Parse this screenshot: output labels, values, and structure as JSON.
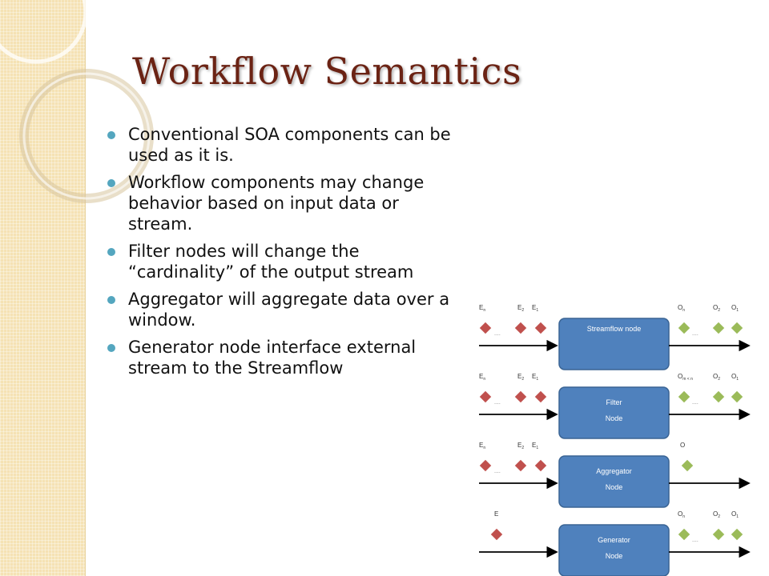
{
  "slide": {
    "title": "Workflow Semantics",
    "bullets": [
      "Conventional SOA components can be used as it is.",
      "Workflow components may change behavior based on input data or stream.",
      "Filter nodes will change the “cardinality” of the output stream",
      "Aggregator will aggregate data over a window.",
      "Generator node interface external stream to the Streamflow"
    ]
  },
  "diagram": {
    "colors": {
      "node_fill": "#4f81bd",
      "node_border": "#3a6494",
      "input_marker": "#c0504d",
      "output_marker": "#9bbb59"
    },
    "ellipsis": "....",
    "rows": [
      {
        "node_lines": [
          "Streamflow node"
        ],
        "input_labels": [
          {
            "base": "E",
            "sub": "n"
          },
          {
            "base": "E",
            "sub": "2"
          },
          {
            "base": "E",
            "sub": "1"
          }
        ],
        "input_markers": 3,
        "input_ellipsis": true,
        "output_labels": [
          {
            "base": "O",
            "sub": "n"
          },
          {
            "base": "O",
            "sub": "2"
          },
          {
            "base": "O",
            "sub": "1"
          }
        ],
        "output_markers": 3,
        "output_ellipsis": true
      },
      {
        "node_lines": [
          "Filter",
          "Node"
        ],
        "input_labels": [
          {
            "base": "E",
            "sub": "n"
          },
          {
            "base": "E",
            "sub": "2"
          },
          {
            "base": "E",
            "sub": "1"
          }
        ],
        "input_markers": 3,
        "input_ellipsis": true,
        "output_labels": [
          {
            "base": "O",
            "sub": "m < n"
          },
          {
            "base": "O",
            "sub": "2"
          },
          {
            "base": "O",
            "sub": "1"
          }
        ],
        "output_markers": 3,
        "output_ellipsis": true
      },
      {
        "node_lines": [
          "Aggregator",
          "Node"
        ],
        "input_labels": [
          {
            "base": "E",
            "sub": "n"
          },
          {
            "base": "E",
            "sub": "2"
          },
          {
            "base": "E",
            "sub": "1"
          }
        ],
        "input_markers": 3,
        "input_ellipsis": true,
        "output_labels": [
          {
            "base": "O",
            "sub": ""
          }
        ],
        "output_markers": 1,
        "output_ellipsis": false
      },
      {
        "node_lines": [
          "Generator",
          "Node"
        ],
        "input_labels": [
          {
            "base": "E",
            "sub": ""
          }
        ],
        "input_markers": 1,
        "input_ellipsis": false,
        "output_labels": [
          {
            "base": "O",
            "sub": "n"
          },
          {
            "base": "O",
            "sub": "2"
          },
          {
            "base": "O",
            "sub": "1"
          }
        ],
        "output_markers": 3,
        "output_ellipsis": true
      }
    ]
  }
}
